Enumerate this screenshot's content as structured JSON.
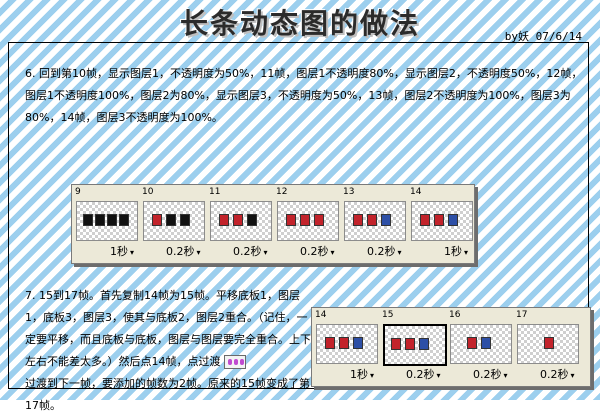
{
  "header": {
    "title": "长条动态图的做法",
    "byline": "by妖 07/6/14"
  },
  "step6": {
    "text": "6. 回到第10帧，显示图层1，不透明度为50%，11帧，图层1不透明度80%，显示图层2，不透明度50%，12帧，图层1不透明度100%，图层2为80%，显示图层3，不透明度为50%，13帧，图层2不透明度为100%，图层3为80%，14帧，图层3不透明度为100%。"
  },
  "step7": {
    "text_before": "7. 15到17帧。首先复制14帧为15帧。平移底板1，图层1，底板3，图层3，使其与底板2，图层2重合。（记住，一定要平移，而且底板与底板，图层与图层要完全重合。上下左右不能差太多。）然后点14帧，点过渡",
    "text_after": "过渡到下一帧，要添加的帧数为2帧。原来的15帧变成了第17帧。"
  },
  "tween_button": {
    "icon": "tween-icon"
  },
  "panel_top": {
    "frames": [
      {
        "num": "9",
        "delay": "1秒",
        "icons": "black"
      },
      {
        "num": "10",
        "delay": "0.2秒",
        "icons": "black1red"
      },
      {
        "num": "11",
        "delay": "0.2秒",
        "icons": "black2red"
      },
      {
        "num": "12",
        "delay": "0.2秒",
        "icons": "red"
      },
      {
        "num": "13",
        "delay": "0.2秒",
        "icons": "red"
      },
      {
        "num": "14",
        "delay": "1秒",
        "icons": "red"
      }
    ]
  },
  "panel_bottom": {
    "frames": [
      {
        "num": "14",
        "delay": "1秒",
        "icons": "red"
      },
      {
        "num": "15",
        "delay": "0.2秒",
        "icons": "red"
      },
      {
        "num": "16",
        "delay": "0.2秒",
        "icons": "red"
      },
      {
        "num": "17",
        "delay": "0.2秒",
        "icons": "red"
      }
    ]
  },
  "colors": {
    "stripe": "#9ccfee",
    "panel_bg": "#ece9d8",
    "accent_red": "#c2232b"
  }
}
